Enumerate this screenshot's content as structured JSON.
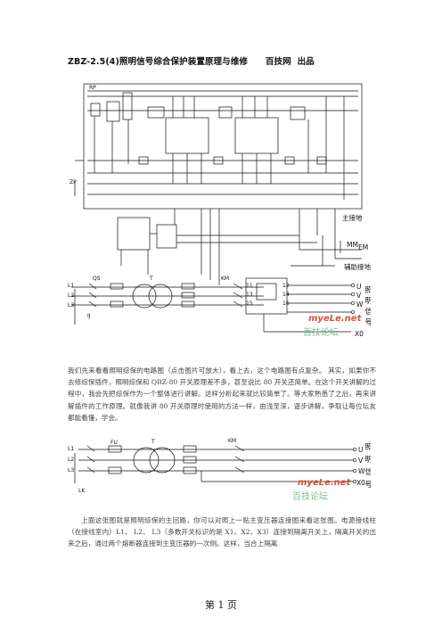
{
  "doc": {
    "title_main": "ZBZ-2.5(4)照明信号综合保护装置原理与维修",
    "title_site": "百技网",
    "title_tag": "出品",
    "paragraph1": "我们先来看看照明综保的电路图（点击图片可放大），看上去，这个电路图有点复杂。 其实，如果你不去修综保插件，照明综保和 QBZ-80 开关原理差不多，甚至说比 80 开关还简单。在这个开关讲解的过程中，我会先把综保作为一个整体进行讲解。这样分析起来就比较简单了。等大家熟悉了之后，再来讲解插件的工作原理。就像我讲 80 开关原理时使用的方法一样，由浅至深，逐步讲解，争取让每位坛友都能看懂，学会。",
    "paragraph2": "上面这张图就是照明综保的主回路，你可以对照上一贴主变压器连接图来看这张图。电源接线柱（在接线室内）L1、 L2、 L3（多数开关标识的是 X1、X2、X3）连接到隔离开关上，隔离开关的出来之后，通过两个熔断器连接到主变压器的一次侧。这样，当合上隔离",
    "page_number": "第 1 页"
  },
  "diagram1": {
    "labels": {
      "main_ground": "主接地",
      "aux_ground": "辅助接地",
      "mm": "MM",
      "em": "EM",
      "zhao": "照",
      "ming": "明",
      "xin": "信",
      "hao": "号",
      "u": "U",
      "v": "V",
      "w": "W",
      "x0": "X0",
      "n11": "11",
      "n12": "12",
      "n13": "13",
      "n14": "14",
      "n15": "15",
      "n16": "16",
      "l1": "L1",
      "l2": "L2",
      "l3": "L3",
      "qs": "QS",
      "km": "KM",
      "t": "T",
      "zp": "ZP",
      "rp": "RP",
      "ij": "IJ",
      "watermark1": "myeLe.net",
      "watermark2": "百技论坛"
    }
  },
  "diagram2": {
    "labels": {
      "zhao": "照",
      "ming": "明",
      "xin": "信",
      "hao": "号",
      "u": "U",
      "v": "V",
      "w": "W",
      "x0": "X0",
      "l1": "L1",
      "l2": "L2",
      "l3": "L3",
      "fu": "FU",
      "km": "KM",
      "t": "T",
      "lk": "LK",
      "watermark1": "myeLe.net",
      "watermark2": "百技论坛"
    }
  }
}
